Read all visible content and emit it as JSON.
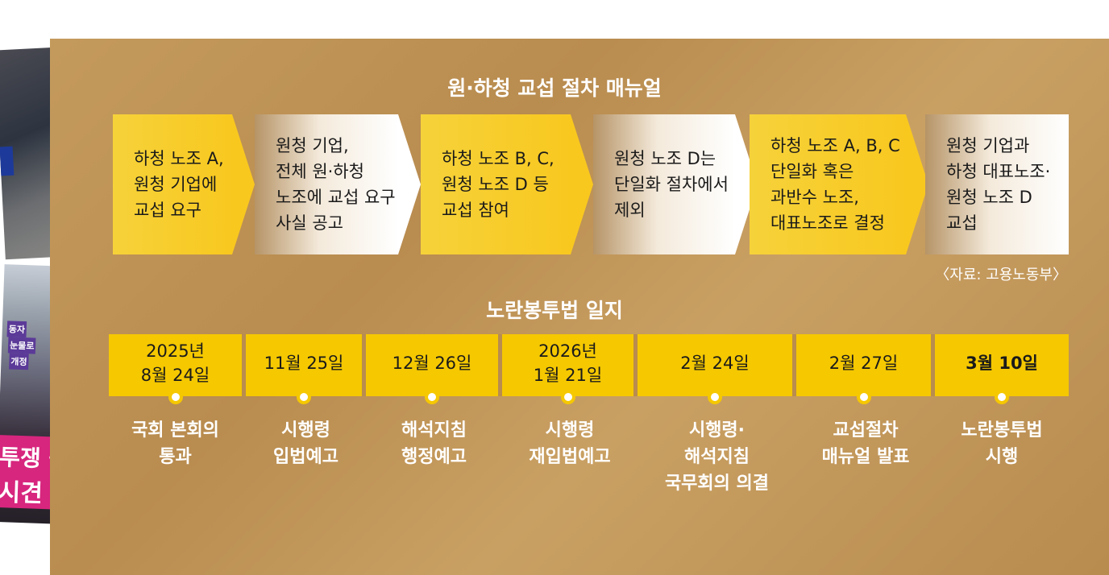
{
  "flow_title": "원·하청 교섭 절차 매뉴얼",
  "flow_steps": [
    {
      "text": "하청 노조 A,\n원청 기업에\n교섭 요구",
      "style": "yellow"
    },
    {
      "text": "원청 기업,\n전체 원·하청\n노조에 교섭 요구\n사실 공고",
      "style": "white"
    },
    {
      "text": "하청 노조 B, C,\n원청 노조 D 등\n교섭 참여",
      "style": "yellow"
    },
    {
      "text": "원청 노조 D는\n단일화 절차에서\n제외",
      "style": "white"
    },
    {
      "text": "하청 노조 A, B, C\n단일화 혹은\n과반수 노조,\n대표노조로 결정",
      "style": "yellow"
    },
    {
      "text": "원청 기업과\n하청 대표노조·\n원청 노조 D\n교섭",
      "style": "white"
    }
  ],
  "source": "〈자료: 고용노동부〉",
  "timeline_title": "노란봉투법 일지",
  "timeline": [
    {
      "date": "2025년\n8월 24일",
      "event": "국회 본회의\n통과"
    },
    {
      "date": "11월 25일",
      "event": "시행령\n입법예고"
    },
    {
      "date": "12월 26일",
      "event": "해석지침\n행정예고"
    },
    {
      "date": "2026년\n1월 21일",
      "event": "시행령\n재입법예고"
    },
    {
      "date": "2월 24일",
      "event": "시행령·\n해석지침\n국무회의 의결"
    },
    {
      "date": "2월 27일",
      "event": "교섭절차\n매뉴얼 발표"
    },
    {
      "date": "3월 10일",
      "event": "노란봉투법\n시행",
      "highlight": true
    }
  ],
  "photo_banner": {
    "line1": "투쟁 돌",
    "line2": "시견"
  },
  "colors": {
    "kraft": "#c49a5c",
    "yellow": "#f6ca1e",
    "white": "#ffffff",
    "banner_pink": "#d7267e"
  }
}
